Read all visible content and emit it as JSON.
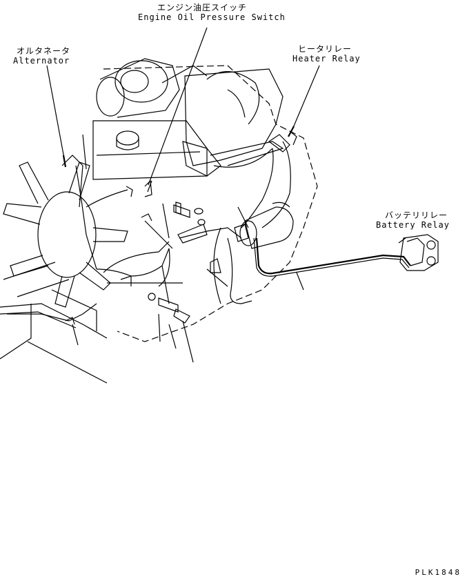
{
  "labels": {
    "oil_switch_jp": "エンジン油圧スイッチ",
    "oil_switch_en": "Engine Oil Pressure Switch",
    "alternator_jp": "オルタネータ",
    "alternator_en": "Alternator",
    "heater_relay_jp": "ヒータリレー",
    "heater_relay_en": "Heater Relay",
    "battery_relay_jp": "バッテリリレー",
    "battery_relay_en": "Battery Relay"
  },
  "drawing_code": "PLK1848"
}
